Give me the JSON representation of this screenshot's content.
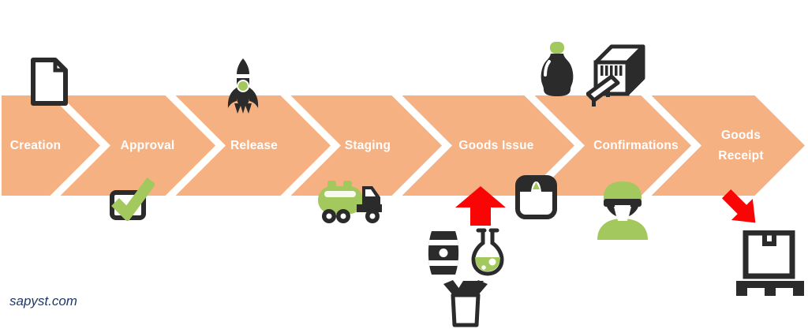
{
  "watermark": "sapyst.com",
  "colors": {
    "band_orange": "#F6B183",
    "accent_green": "#A3C95E",
    "accent_red": "#FA0505",
    "icon_black": "#2B2B2B",
    "watermark_blue": "#203864",
    "label_white": "#FFFFFF"
  },
  "steps": [
    {
      "label": "Creation",
      "icons": [
        "document-icon"
      ]
    },
    {
      "label": "Approval",
      "icons": [
        "checkbox-check-icon"
      ]
    },
    {
      "label": "Release",
      "icons": [
        "rocket-icon"
      ]
    },
    {
      "label": "Staging",
      "icons": [
        "tanker-truck-icon"
      ]
    },
    {
      "label": "Goods Issue",
      "icons": [
        "up-arrow-icon",
        "scale-icon",
        "barrel-icon",
        "flask-icon",
        "open-box-icon"
      ]
    },
    {
      "label": "Confirmations",
      "icons": [
        "bottle-icon",
        "packing-machine-icon",
        "worker-icon"
      ]
    },
    {
      "label": "Goods Receipt",
      "icons": [
        "down-right-arrow-icon",
        "pallet-box-icon"
      ]
    }
  ]
}
